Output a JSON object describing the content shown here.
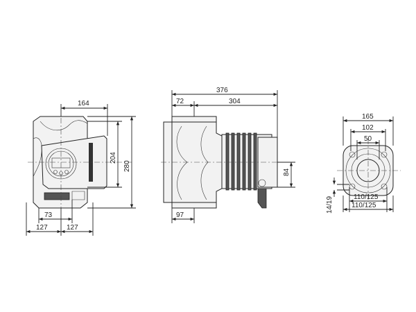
{
  "front_view": {
    "width_top": "164",
    "height_inner": "204",
    "height_outer": "280",
    "left_offset": "73",
    "left_half": "127",
    "right_half": "127"
  },
  "side_view": {
    "overall_length": "376",
    "flange_offset": "72",
    "motor_length": "304",
    "motor_height": "84",
    "bottom_offset": "97"
  },
  "flange_view": {
    "outer_diameter": "165",
    "bolt_circle": "102",
    "bore": "50",
    "hole_diameter": "14/19",
    "pcd_1": "110/125",
    "pcd_2": "110/125"
  }
}
